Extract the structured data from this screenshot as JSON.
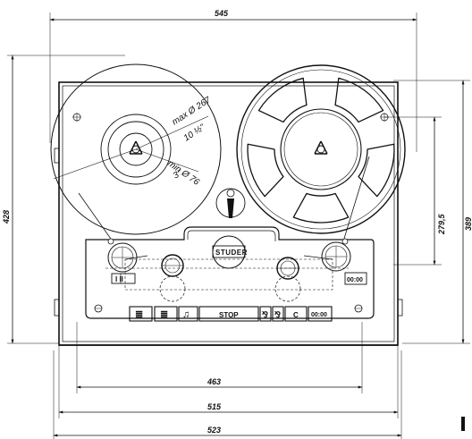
{
  "dimensions": {
    "overall_width": "545",
    "height_left": "428",
    "reel_spacing": "279,5",
    "height_right": "389",
    "panel_width": "463",
    "inner_width": "515",
    "base_width": "523"
  },
  "reel_annotations": {
    "max_line1": "max Ø 267",
    "max_line2": "10 ½\"",
    "min_line1": "min Ø 76",
    "min_line2": "3\""
  },
  "brand": "STUDER",
  "buttons": {
    "rewind_symbol": "≣",
    "forward_symbol": "≣",
    "play_symbol": "♫",
    "stop": "STOP",
    "record_symbol": "⅋",
    "edit_symbol": "⅋",
    "c": "C",
    "counter_bottom": "00:00"
  },
  "counter_top": "00:00",
  "speed_selector": "I II"
}
